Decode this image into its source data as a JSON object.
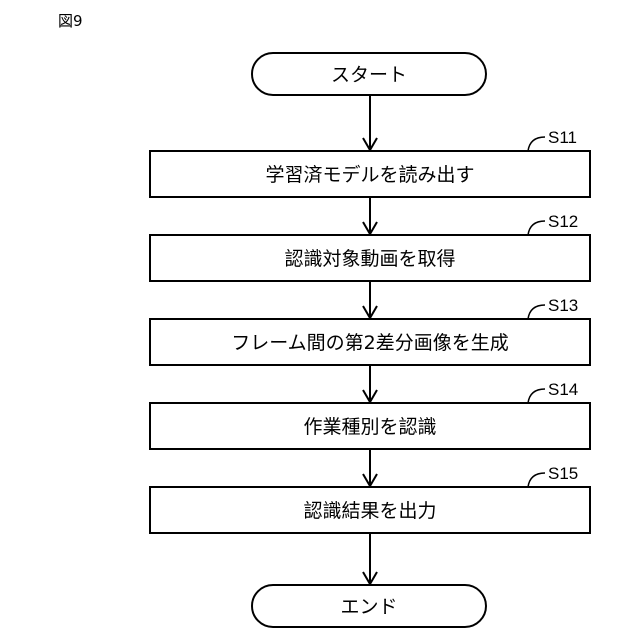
{
  "figure_label": "図9",
  "start": {
    "text": "スタート"
  },
  "steps": [
    {
      "id": "S11",
      "text": "学習済モデルを読み出す"
    },
    {
      "id": "S12",
      "text": "認識対象動画を取得"
    },
    {
      "id": "S13",
      "text": "フレーム間の第2差分画像を生成"
    },
    {
      "id": "S14",
      "text": "作業種別を認識"
    },
    {
      "id": "S15",
      "text": "認識結果を出力"
    }
  ],
  "end": {
    "text": "エンド"
  }
}
